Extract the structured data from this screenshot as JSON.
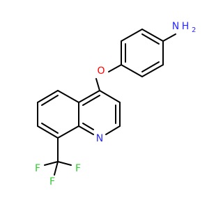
{
  "molecule": {
    "atoms": {
      "amine_nitrogen": {
        "symbol": "N",
        "hydrogens": "H",
        "hydrogen_count": "2",
        "color": "#2a2aff"
      },
      "ether_oxygen": {
        "symbol": "O",
        "color": "#ff0000"
      },
      "ring_nitrogen": {
        "symbol": "N",
        "color": "#2a2aff"
      },
      "fluorine_left": {
        "symbol": "F",
        "color": "#32cd32"
      },
      "fluorine_middle": {
        "symbol": "F",
        "color": "#32cd32"
      },
      "fluorine_right": {
        "symbol": "F",
        "color": "#32cd32"
      }
    },
    "bond_color": "#000000"
  }
}
